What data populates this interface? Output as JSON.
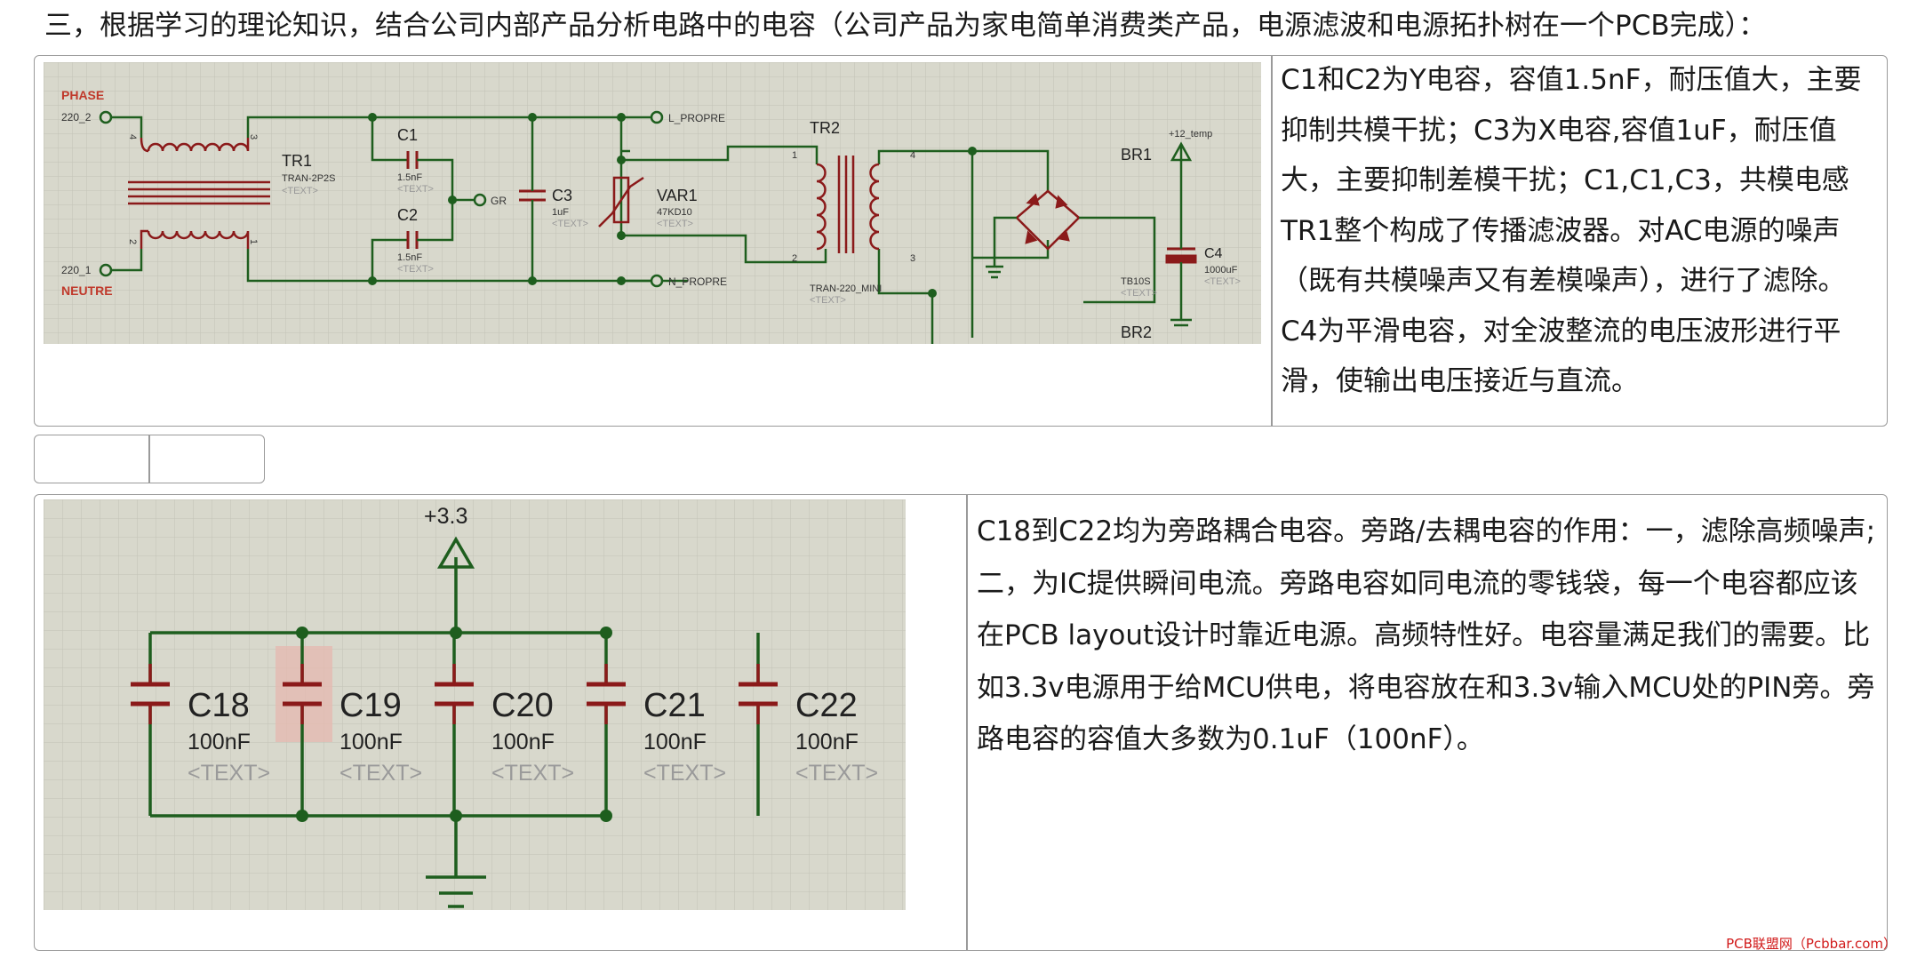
{
  "heading": "三，根据学习的理论知识，结合公司内部产品分析电路中的电容（公司产品为家电简单消费类产品，电源滤波和电源拓扑树在一个PCB完成）：",
  "section1": {
    "description": "C1和C2为Y电容，容值1.5nF，耐压值大，主要抑制共模干扰；C3为X电容,容值1uF，耐压值大，主要抑制差模干扰；C1,C1,C3，共模电感TR1整个构成了传播滤波器。对AC电源的噪声（既有共模噪声又有差模噪声），进行了滤除。C4为平滑电容，对全波整流的电压波形进行平滑，使输出电压接近与直流。",
    "schematic": {
      "phase": "PHASE",
      "neutre": "NEUTRE",
      "port_phase": "220_2",
      "port_neutre": "220_1",
      "tr1_name": "TR1",
      "tr1_value": "TRAN-2P2S",
      "text_placeholder": "<TEXT>",
      "c1_name": "C1",
      "c1_value": "1.5nF",
      "c2_name": "C2",
      "c2_value": "1.5nF",
      "gr": "GR",
      "c3_name": "C3",
      "c3_value": "1uF",
      "var1_name": "VAR1",
      "var1_value": "47KD10",
      "l_propre": "L_PROPRE",
      "n_propre": "N_PROPRE",
      "tr2_name": "TR2",
      "tr2_value": "TRAN-220_MINI",
      "pin1": "1",
      "pin2": "2",
      "pin3": "3",
      "pin4": "4",
      "br1_name": "BR1",
      "br1_value": "TB10S",
      "br2_name": "BR2",
      "plus12": "+12_temp",
      "c4_name": "C4",
      "c4_value": "1000uF"
    }
  },
  "section2": {
    "description": "C18到C22均为旁路耦合电容。旁路/去耦电容的作用：一，滤除高频噪声;二，为IC提供瞬间电流。旁路电容如同电流的零钱袋，每一个电容都应该在PCB layout设计时靠近电源。高频特性好。电容量满足我们的需要。比如3.3v电源用于给MCU供电，将电容放在和3.3v输入MCU处的PIN旁。旁路电容的容值大多数为0.1uF（100nF）。",
    "schematic": {
      "supply": "+3.3",
      "text_placeholder": "<TEXT>",
      "caps": [
        {
          "name": "C18",
          "value": "100nF"
        },
        {
          "name": "C19",
          "value": "100nF"
        },
        {
          "name": "C20",
          "value": "100nF"
        },
        {
          "name": "C21",
          "value": "100nF"
        },
        {
          "name": "C22",
          "value": "100nF"
        }
      ]
    }
  },
  "watermark": "PCB联盟网（Pcbbar.com）",
  "colors": {
    "grid_bg": "#d8d8cc",
    "grid_line": "#c2c2b6",
    "wire": "#1e5e1e",
    "component": "#8b1a1a",
    "label_red": "#c0392b"
  }
}
